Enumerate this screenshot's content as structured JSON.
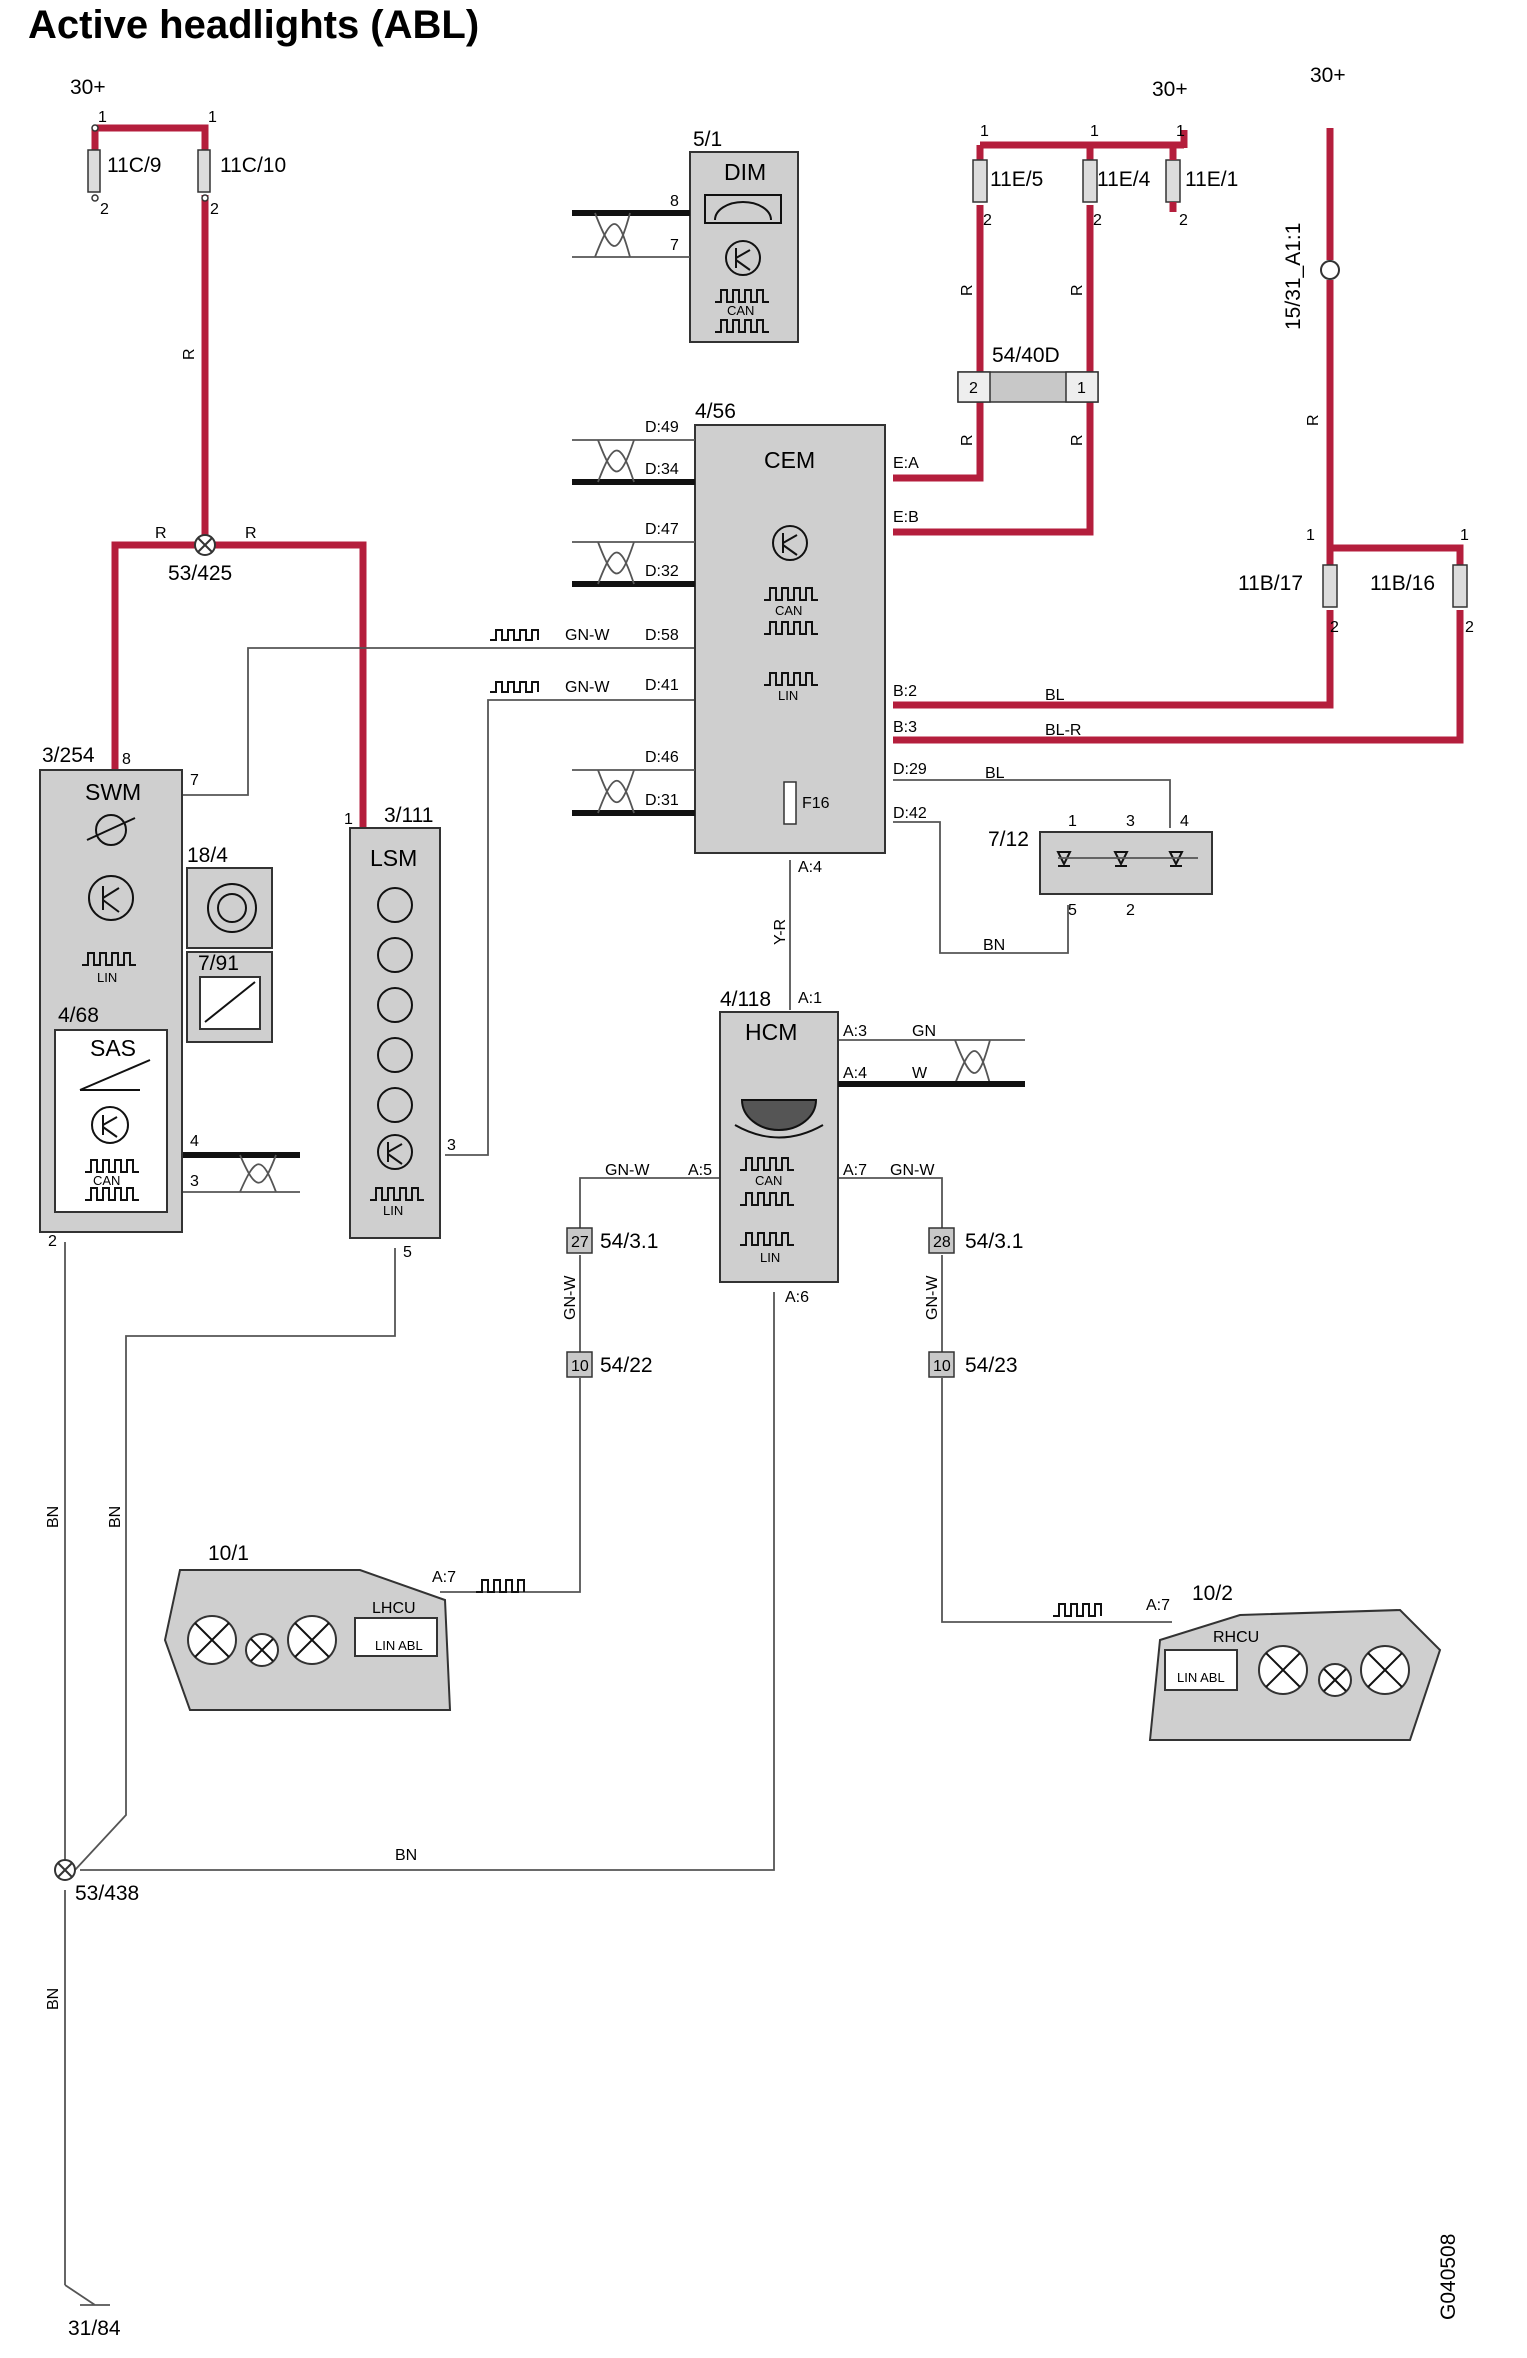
{
  "title": "Active headlights (ABL)",
  "footer_code": "G040508",
  "supply": {
    "left": "30+",
    "mid": "30+",
    "right": "30+"
  },
  "fuses": {
    "f11c9": "11C/9",
    "f11c10": "11C/10",
    "f11e5": "11E/5",
    "f11e4": "11E/4",
    "f11e1": "11E/1",
    "f11b17": "11B/17",
    "f11b16": "11B/16",
    "relay": "15/31_A1:1"
  },
  "pins": {
    "p1": "1",
    "p2": "2",
    "p3": "3",
    "p4": "4",
    "p5": "5",
    "p7": "7",
    "p8": "8"
  },
  "modules": {
    "dim": {
      "ref": "5/1",
      "name": "DIM"
    },
    "cem": {
      "ref": "4/56",
      "name": "CEM",
      "fuse": "F16"
    },
    "swm": {
      "ref": "3/254",
      "name": "SWM"
    },
    "lsm": {
      "ref": "3/111",
      "name": "LSM"
    },
    "sas": {
      "ref": "4/68",
      "name": "SAS"
    },
    "switch184": {
      "ref": "18/4"
    },
    "sensor791": {
      "ref": "7/91"
    },
    "hcm": {
      "ref": "4/118",
      "name": "HCM"
    },
    "leds": {
      "ref": "7/12"
    },
    "lhcu": {
      "ref": "10/1",
      "name": "LHCU",
      "sub": "LIN ABL"
    },
    "rhcu": {
      "ref": "10/2",
      "name": "RHCU",
      "sub": "LIN ABL"
    }
  },
  "bus": {
    "can": "CAN",
    "lin": "LIN"
  },
  "connector": {
    "ref": "54/40D"
  },
  "splices": {
    "s53_425": "53/425",
    "s53_438": "53/438"
  },
  "ground": "31/84",
  "cem_pins": {
    "d49": "D:49",
    "d34": "D:34",
    "d47": "D:47",
    "d32": "D:32",
    "d58": "D:58",
    "d41": "D:41",
    "d46": "D:46",
    "d31": "D:31",
    "ea": "E:A",
    "eb": "E:B",
    "b2": "B:2",
    "b3": "B:3",
    "d29": "D:29",
    "d42": "D:42",
    "a4": "A:4"
  },
  "hcm_pins": {
    "a1": "A:1",
    "a3": "A:3",
    "a4": "A:4",
    "a5": "A:5",
    "a7": "A:7",
    "a6": "A:6"
  },
  "unit_pins": {
    "lhcu_a7": "A:7",
    "rhcu_a7": "A:7"
  },
  "connectors_54": {
    "left_top": {
      "pin": "27",
      "ref": "54/3.1"
    },
    "right_top": {
      "pin": "28",
      "ref": "54/3.1"
    },
    "left_bottom": {
      "pin": "10",
      "ref": "54/22"
    },
    "right_bottom": {
      "pin": "10",
      "ref": "54/23"
    }
  },
  "wire_colors": {
    "r": "R",
    "gnw": "GN-W",
    "bl": "BL",
    "blr": "BL-R",
    "bn": "BN",
    "yr": "Y-R",
    "gn": "GN",
    "w": "W"
  },
  "colors": {
    "power_wire": "#b41e3c",
    "module_fill": "#cfcfcf"
  }
}
